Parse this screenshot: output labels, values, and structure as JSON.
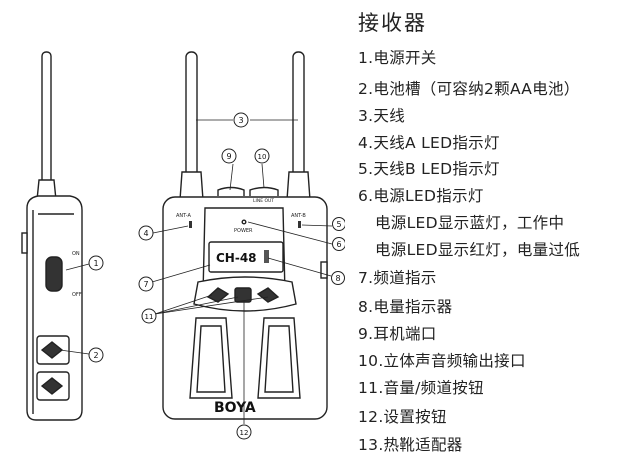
{
  "title": "接收器",
  "items": [
    "1.电源开关",
    "2.电池槽（可容纳2颗AA电池）",
    "3.天线",
    "4.天线A LED指示灯",
    "5.天线B LED指示灯",
    "6.电源LED指示灯",
    "电源LED显示蓝灯，工作中",
    "电源LED显示红灯，电量过低",
    "7.频道指示",
    "8.电量指示器",
    "9.耳机端口",
    "10.立体声音频输出接口",
    "11.音量/频道按钮",
    "12.设置按钮",
    "13.热靴适配器"
  ],
  "device": {
    "screen_text": "CH-48",
    "brand": "BOYA",
    "ant_a": "ANT-A",
    "ant_b": "ANT-B",
    "power": "POWER",
    "line_out": "LINE OUT",
    "on": "ON",
    "off": "OFF"
  },
  "callouts": [
    "1",
    "2",
    "3",
    "4",
    "5",
    "6",
    "7",
    "8",
    "9",
    "10",
    "11",
    "12"
  ]
}
